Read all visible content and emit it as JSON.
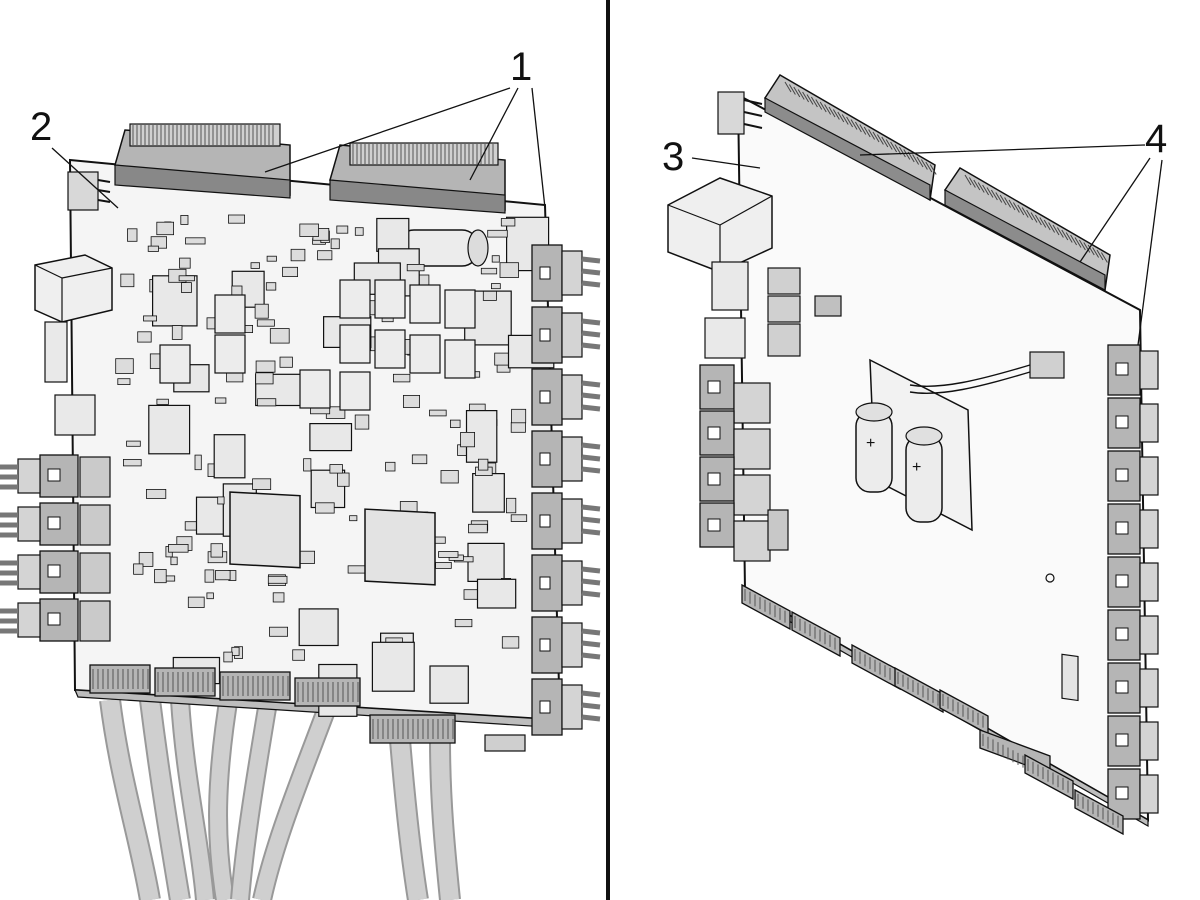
{
  "callouts": [
    {
      "id": "c1",
      "text": "1"
    },
    {
      "id": "c2",
      "text": "2"
    },
    {
      "id": "c3",
      "text": "3"
    },
    {
      "id": "c4",
      "text": "4"
    }
  ],
  "colors": {
    "board": "#f4f4f4",
    "line": "#111111",
    "connector": "#b5b5b5",
    "connector_dark": "#8a8a8a",
    "cable": "#c8c8c8",
    "component": "#e6e6e6"
  }
}
